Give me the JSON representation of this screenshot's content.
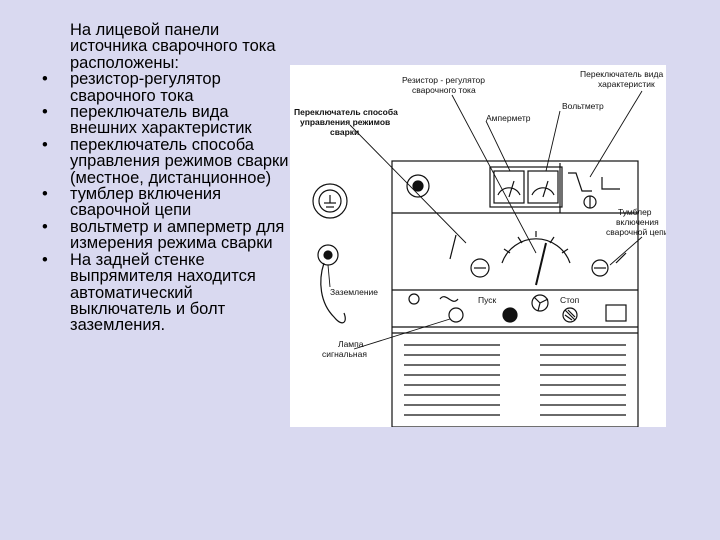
{
  "intro": "На лицевой панели источника сварочного тока расположены:",
  "bullets": [
    "резистор-регулятор сварочного тока",
    "переключатель вида внешних характеристик",
    "переключатель способа управления режимов сварки (местное, дистанционное)",
    "тумблер включения сварочной цепи",
    "вольтметр и амперметр для измерения режима сварки",
    "На задней стенке выпрямителя находится автоматический выключатель и болт заземления."
  ],
  "figure": {
    "labels": {
      "resistor_line1": "Резистор - регулятор",
      "resistor_line2": "сварочного тока",
      "switch_char_line1": "Переключатель вида",
      "switch_char_line2": "характеристик",
      "switch_mode_line1": "Переключатель способа",
      "switch_mode_line2": "управления режимов",
      "switch_mode_line3": "сварки",
      "voltmeter": "Вольтметр",
      "ammeter": "Амперметр",
      "toggle_line1": "Тумблер",
      "toggle_line2": "включения",
      "toggle_line3": "сварочной цепи",
      "grounding": "Заземление",
      "lamp_line1": "Лампа",
      "lamp_line2": "сигнальная",
      "start": "Пуск",
      "stop": "Стоп"
    }
  },
  "colors": {
    "background": "#d9d9f0",
    "figure_background": "#ffffff",
    "ink": "#111111"
  }
}
